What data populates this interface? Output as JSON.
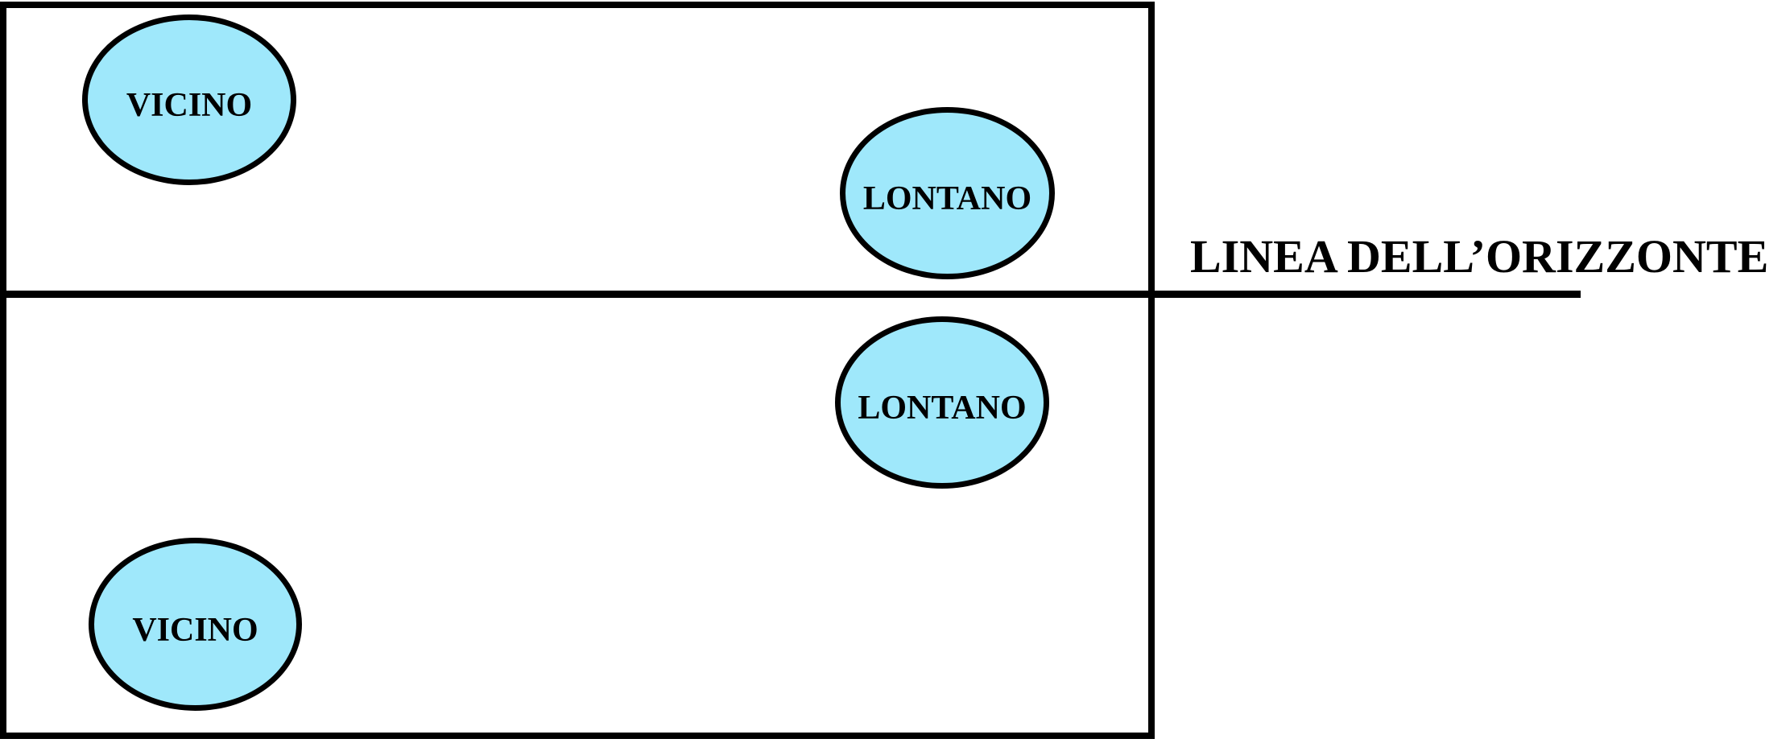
{
  "diagram": {
    "horizon_label": "LINEA DELL’ORIZZONTE",
    "ellipses": [
      {
        "id": "vicino-above-horizon",
        "label": "VICINO"
      },
      {
        "id": "lontano-above-horizon",
        "label": "LONTANO"
      },
      {
        "id": "lontano-below-horizon",
        "label": "LONTANO"
      },
      {
        "id": "vicino-below-horizon",
        "label": "VICINO"
      }
    ],
    "colors": {
      "ellipse_fill": "#9FE8FB",
      "stroke": "#000000",
      "background": "#FFFFFF"
    }
  }
}
